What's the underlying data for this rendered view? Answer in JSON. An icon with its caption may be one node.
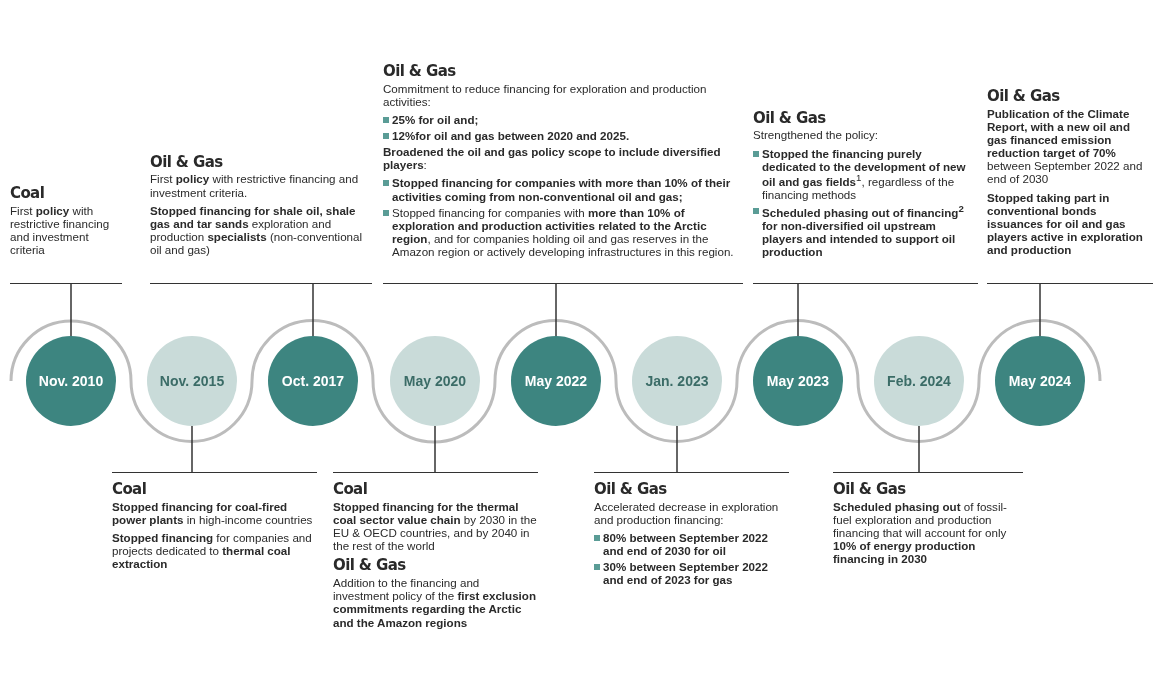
{
  "diagram": {
    "nodes": [
      {
        "text": [
          "Nov. 2010"
        ]
      },
      {
        "text": [
          "Nov. 2015"
        ]
      },
      {
        "text": [
          "Oct. 2017"
        ]
      },
      {
        "text": [
          "May 2020"
        ]
      },
      {
        "text": [
          "May 2022"
        ]
      },
      {
        "text": [
          "Jan. 2023"
        ]
      },
      {
        "text": [
          "May 2023"
        ]
      },
      {
        "text": [
          "Feb. 2024"
        ]
      },
      {
        "text": [
          "May 2024"
        ]
      },
      {
        "text": [
          "Coal",
          "First **policy** with restrictive financing and investment criteria"
        ]
      },
      {
        "text": [
          "Coal",
          "**Stopped financing for coal-fired power plants** in high-income countries",
          "**Stopped financing** for companies and projects dedicated to **thermal coal extraction**"
        ]
      },
      {
        "text": [
          "Oil & Gas",
          "First **policy** with restrictive financing and investment criteria.",
          "**Stopped financing for shale oil, shale gas and tar sands** exploration and production **specialists** (non-conventional oil and gas)"
        ]
      },
      {
        "text": [
          "Coal",
          "**Stopped financing for the thermal coal sector value chain** by 2030 in the EU & OECD countries, and by 2040 in the rest of the world",
          "Oil & Gas",
          "Addition to the financing and investment policy of the **first exclusion commitments regarding the Arctic and the Amazon regions**"
        ]
      },
      {
        "text": [
          "Oil & Gas",
          "Commitment to reduce financing for exploration and production activities:",
          "25% for oil and;",
          "12%for oil and gas between 2020 and 2025.",
          "**Broadened the oil and gas policy scope to include diversified players**:",
          "Stopped financing for companies with more than 10% of their activities coming from non-conventional oil and gas;",
          "Stopped financing for companies with **more than 10% of exploration and production activities related to the Arctic region**, and for companies holding oil and gas reserves in the Amazon region or actively developing infrastructures in this region."
        ]
      },
      {
        "text": [
          "Oil & Gas",
          "Accelerated decrease in exploration and production financing:",
          "80% between September 2022 and end of 2030 for oil",
          "30% between September 2022 and end of 2023 for gas"
        ]
      },
      {
        "text": [
          "Oil & Gas",
          "Strengthened the policy:",
          "**Stopped the financing purely dedicated to the development of new oil and gas fields**$^{1}$, regardless of the financing methods",
          "Scheduled phasing out of financing$^{2}$ for non-diversified oil upstream players and intended to support oil production"
        ]
      },
      {
        "text": [
          "Oil & Gas",
          "**Scheduled phasing out** of fossil-fuel exploration and production financing that will account for only **10% of energy production financing in 2030**"
        ]
      },
      {
        "text": [
          "Oil & Gas",
          "**Publication of the Climate Report, with a new oil and gas financed emission reduction target of 70%** between September 2022 and end of 2030",
          "Stopped taking part in conventional bonds issuances for oil and gas players active in exploration and production"
        ]
      }
    ],
    "edges": [
      {
        "from": 0,
        "to": 9,
        "arrow": "none"
      },
      {
        "from": 1,
        "to": 10,
        "arrow": "none"
      },
      {
        "from": 2,
        "to": 11,
        "arrow": "none"
      },
      {
        "from": 3,
        "to": 12,
        "arrow": "none"
      },
      {
        "from": 4,
        "to": 13,
        "arrow": "none"
      },
      {
        "from": 5,
        "to": 14,
        "arrow": "none"
      },
      {
        "from": 6,
        "to": 15,
        "arrow": "none"
      },
      {
        "from": 7,
        "to": 16,
        "arrow": "none"
      },
      {
        "from": 8,
        "to": 17,
        "arrow": "none"
      }
    ]
  }
}
